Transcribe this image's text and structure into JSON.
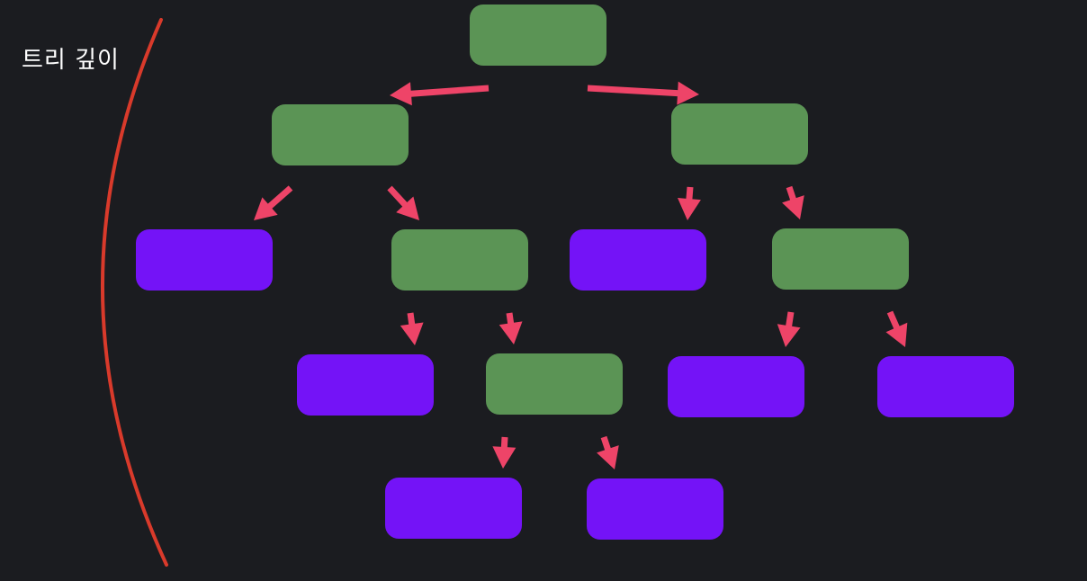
{
  "title": "트리 깊이",
  "colors": {
    "background": "#1b1c20",
    "internal_node": "#5b9455",
    "leaf_node": "#7413f7",
    "edge_arrow": "#ee4468",
    "depth_bracket": "#d93a2b",
    "label_text": "#ffffff"
  },
  "nodes": [
    {
      "id": "root",
      "kind": "internal"
    },
    {
      "id": "l",
      "kind": "internal"
    },
    {
      "id": "r",
      "kind": "internal"
    },
    {
      "id": "ll",
      "kind": "leaf"
    },
    {
      "id": "lr",
      "kind": "internal"
    },
    {
      "id": "rl",
      "kind": "leaf"
    },
    {
      "id": "rr",
      "kind": "internal"
    },
    {
      "id": "lrl",
      "kind": "leaf"
    },
    {
      "id": "lrr",
      "kind": "internal"
    },
    {
      "id": "rrl",
      "kind": "leaf"
    },
    {
      "id": "rrr",
      "kind": "leaf"
    },
    {
      "id": "lrrl",
      "kind": "leaf"
    },
    {
      "id": "lrrr",
      "kind": "leaf"
    }
  ],
  "edges": [
    {
      "from": "root",
      "to": "l"
    },
    {
      "from": "root",
      "to": "r"
    },
    {
      "from": "l",
      "to": "ll"
    },
    {
      "from": "l",
      "to": "lr"
    },
    {
      "from": "r",
      "to": "rl"
    },
    {
      "from": "r",
      "to": "rr"
    },
    {
      "from": "lr",
      "to": "lrl"
    },
    {
      "from": "lr",
      "to": "lrr"
    },
    {
      "from": "rr",
      "to": "rrl"
    },
    {
      "from": "rr",
      "to": "rrr"
    },
    {
      "from": "lrr",
      "to": "lrrl"
    },
    {
      "from": "lrr",
      "to": "lrrr"
    }
  ]
}
